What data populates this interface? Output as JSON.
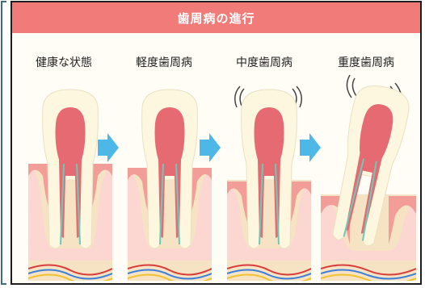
{
  "title": "歯周病の進行",
  "stages": [
    {
      "label": "健康な状態"
    },
    {
      "label": "軽度歯周病"
    },
    {
      "label": "中度歯周病"
    },
    {
      "label": "重度歯周病"
    }
  ],
  "colors": {
    "banner": "#f07b78",
    "gum": "#f29d98",
    "gum_light": "#fcd6d0",
    "bone": "#f6e3c3",
    "enamel": "#fdf7e0",
    "pulp": "#e56a72",
    "nerve_red": "#d93b3b",
    "nerve_blue": "#3b7fd9",
    "nerve_yellow": "#f2c12e",
    "root_line": "#6ec8b7",
    "arrow": "#4db8e8"
  },
  "icons": {
    "arrow": "right-arrow-icon",
    "motion": "wobble-lines-icon"
  }
}
